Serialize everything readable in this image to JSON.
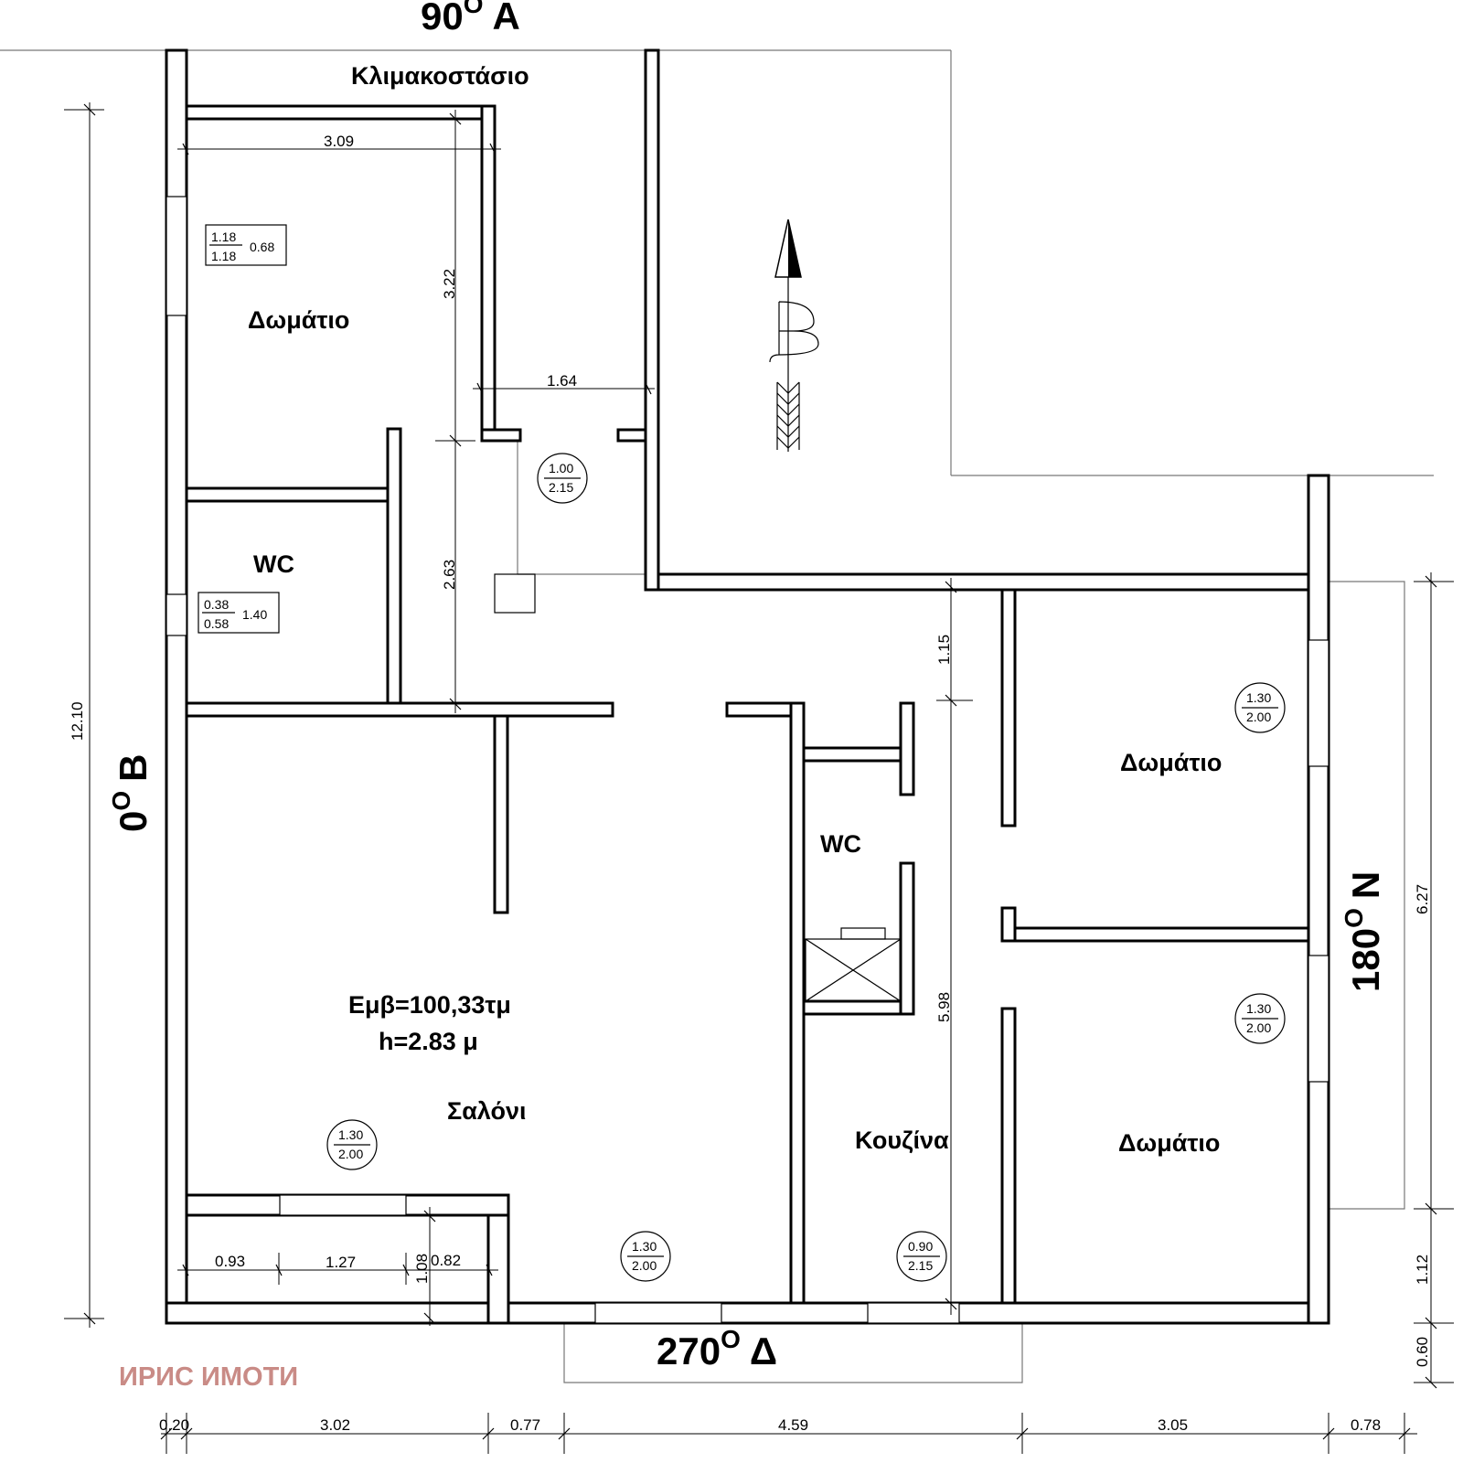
{
  "orientation": {
    "north_deg": "90",
    "north_letter": "Α",
    "west_deg": "0",
    "west_letter": "Β",
    "east_deg": "180",
    "east_letter": "Ν",
    "south_deg": "270",
    "south_letter": "Δ",
    "degree_mark": "O"
  },
  "rooms": {
    "stairwell": "Κλιμακοστάσιο",
    "room_top_left": "Δωμάτιο",
    "wc_left": "WC",
    "wc_center": "WC",
    "room_right_top": "Δωμάτιο",
    "room_right_bottom": "Δωμάτιο",
    "living": "Σαλόνι",
    "kitchen": "Κουζίνα"
  },
  "summary": {
    "area": "Εμβ=100,33τμ",
    "height": "h=2.83 μ"
  },
  "compass_letter": "B",
  "brand": "ИРИС ИМОТИ",
  "dimensions": {
    "d309": "3.09",
    "d322": "3.22",
    "d164": "1.64",
    "d263": "2.63",
    "d1210": "12.10",
    "d115": "1.15",
    "d598": "5.98",
    "d627": "6.27",
    "d112": "1.12",
    "d060": "0.60",
    "d093": "0.93",
    "d127": "1.27",
    "d108": "1.08",
    "d082": "0.82",
    "b020": "0.20",
    "b302": "3.02",
    "b077": "0.77",
    "b459": "4.59",
    "b305": "3.05",
    "b078": "0.78"
  },
  "windows": {
    "w1": {
      "top": "1.18",
      "bottom": "1.18",
      "side": "0.68"
    },
    "w2": {
      "top": "0.38",
      "bottom": "0.58",
      "side": "1.40"
    }
  },
  "openings": {
    "o1": {
      "top": "1.00",
      "bottom": "2.15"
    },
    "o2": {
      "top": "1.30",
      "bottom": "2.00"
    },
    "o3": {
      "top": "1.30",
      "bottom": "2.00"
    },
    "o4": {
      "top": "1.30",
      "bottom": "2.00"
    },
    "o5": {
      "top": "1.30",
      "bottom": "2.00"
    },
    "o6": {
      "top": "0.90",
      "bottom": "2.15"
    }
  }
}
